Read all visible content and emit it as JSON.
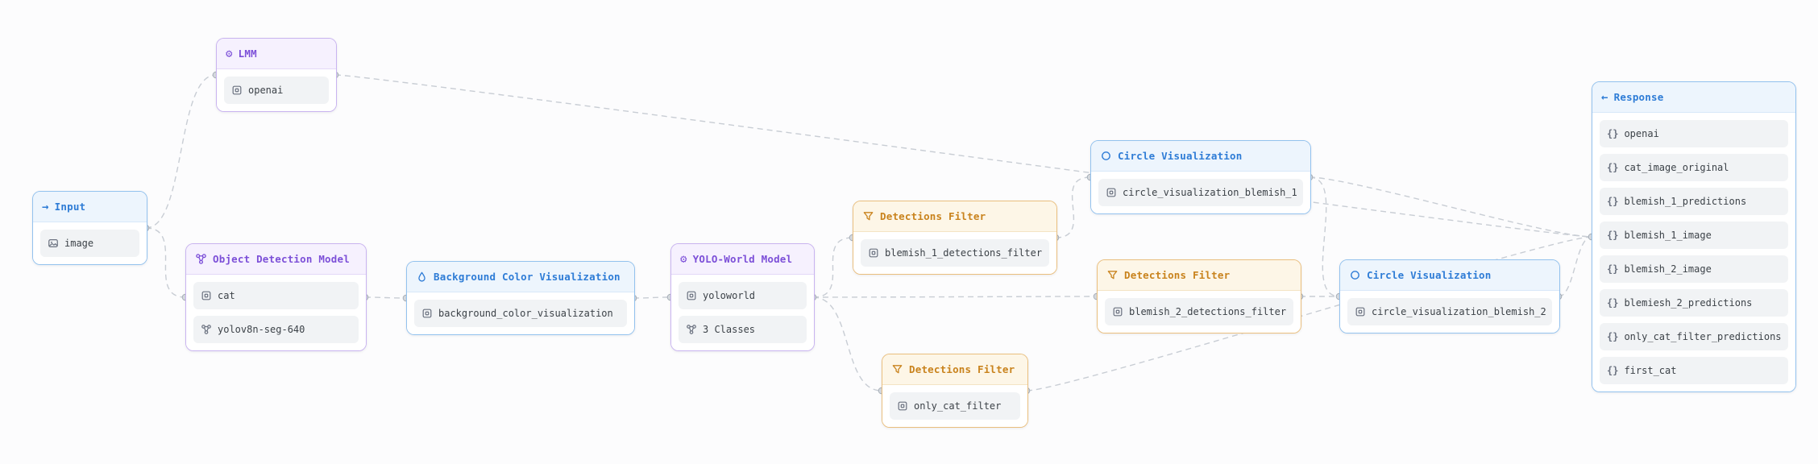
{
  "icons": {
    "arrow_right": "→",
    "arrow_left": "←",
    "gear": "⚙",
    "braces": "{}"
  },
  "colors": {
    "purple_accent": "#7c4fd8",
    "blue_accent": "#2e7cd6",
    "orange_accent": "#c9831d",
    "edge": "#c8cdd4",
    "item_bg": "#f1f3f5"
  },
  "nodes": {
    "input": {
      "title": "Input",
      "items": [
        {
          "label": "image"
        }
      ]
    },
    "lmm": {
      "title": "LMM",
      "items": [
        {
          "label": "openai"
        }
      ]
    },
    "object_detection_model": {
      "title": "Object Detection Model",
      "items": [
        {
          "label": "cat"
        },
        {
          "label": "yolov8n-seg-640"
        }
      ]
    },
    "background_color_visualization": {
      "title": "Background Color Visualization",
      "items": [
        {
          "label": "background_color_visualization"
        }
      ]
    },
    "yolo_world_model": {
      "title": "YOLO-World Model",
      "items": [
        {
          "label": "yoloworld"
        },
        {
          "label": "3 Classes"
        }
      ]
    },
    "detections_filter_blemish_1": {
      "title": "Detections Filter",
      "items": [
        {
          "label": "blemish_1_detections_filter"
        }
      ]
    },
    "circle_visualization_blemish_1": {
      "title": "Circle Visualization",
      "items": [
        {
          "label": "circle_visualization_blemish_1"
        }
      ]
    },
    "detections_filter_blemish_2": {
      "title": "Detections Filter",
      "items": [
        {
          "label": "blemish_2_detections_filter"
        }
      ]
    },
    "circle_visualization_blemish_2": {
      "title": "Circle Visualization",
      "items": [
        {
          "label": "circle_visualization_blemish_2"
        }
      ]
    },
    "detections_filter_only_cat": {
      "title": "Detections Filter",
      "items": [
        {
          "label": "only_cat_filter"
        }
      ]
    },
    "response": {
      "title": "Response",
      "items": [
        {
          "label": "openai"
        },
        {
          "label": "cat_image_original"
        },
        {
          "label": "blemish_1_predictions"
        },
        {
          "label": "blemish_1_image"
        },
        {
          "label": "blemish_2_image"
        },
        {
          "label": "blemiesh_2_predictions"
        },
        {
          "label": "only_cat_filter_predictions"
        },
        {
          "label": "first_cat"
        }
      ]
    }
  }
}
